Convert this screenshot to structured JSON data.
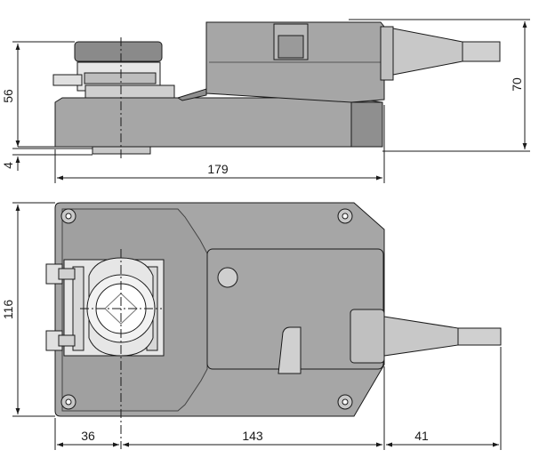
{
  "drawing": {
    "side_view": {
      "dim_height_body": "56",
      "dim_bottom_offset": "4",
      "dim_total_height": "70",
      "dim_length": "179"
    },
    "top_view": {
      "dim_width": "116",
      "dim_spindle_to_edge": "36",
      "dim_body_length": "143",
      "dim_cable_gland": "41"
    }
  },
  "colors": {
    "body_fill": "#a6a6a6",
    "body_dark": "#808080",
    "line": "#1a1a1a",
    "light_fill": "#e6e6e6"
  }
}
